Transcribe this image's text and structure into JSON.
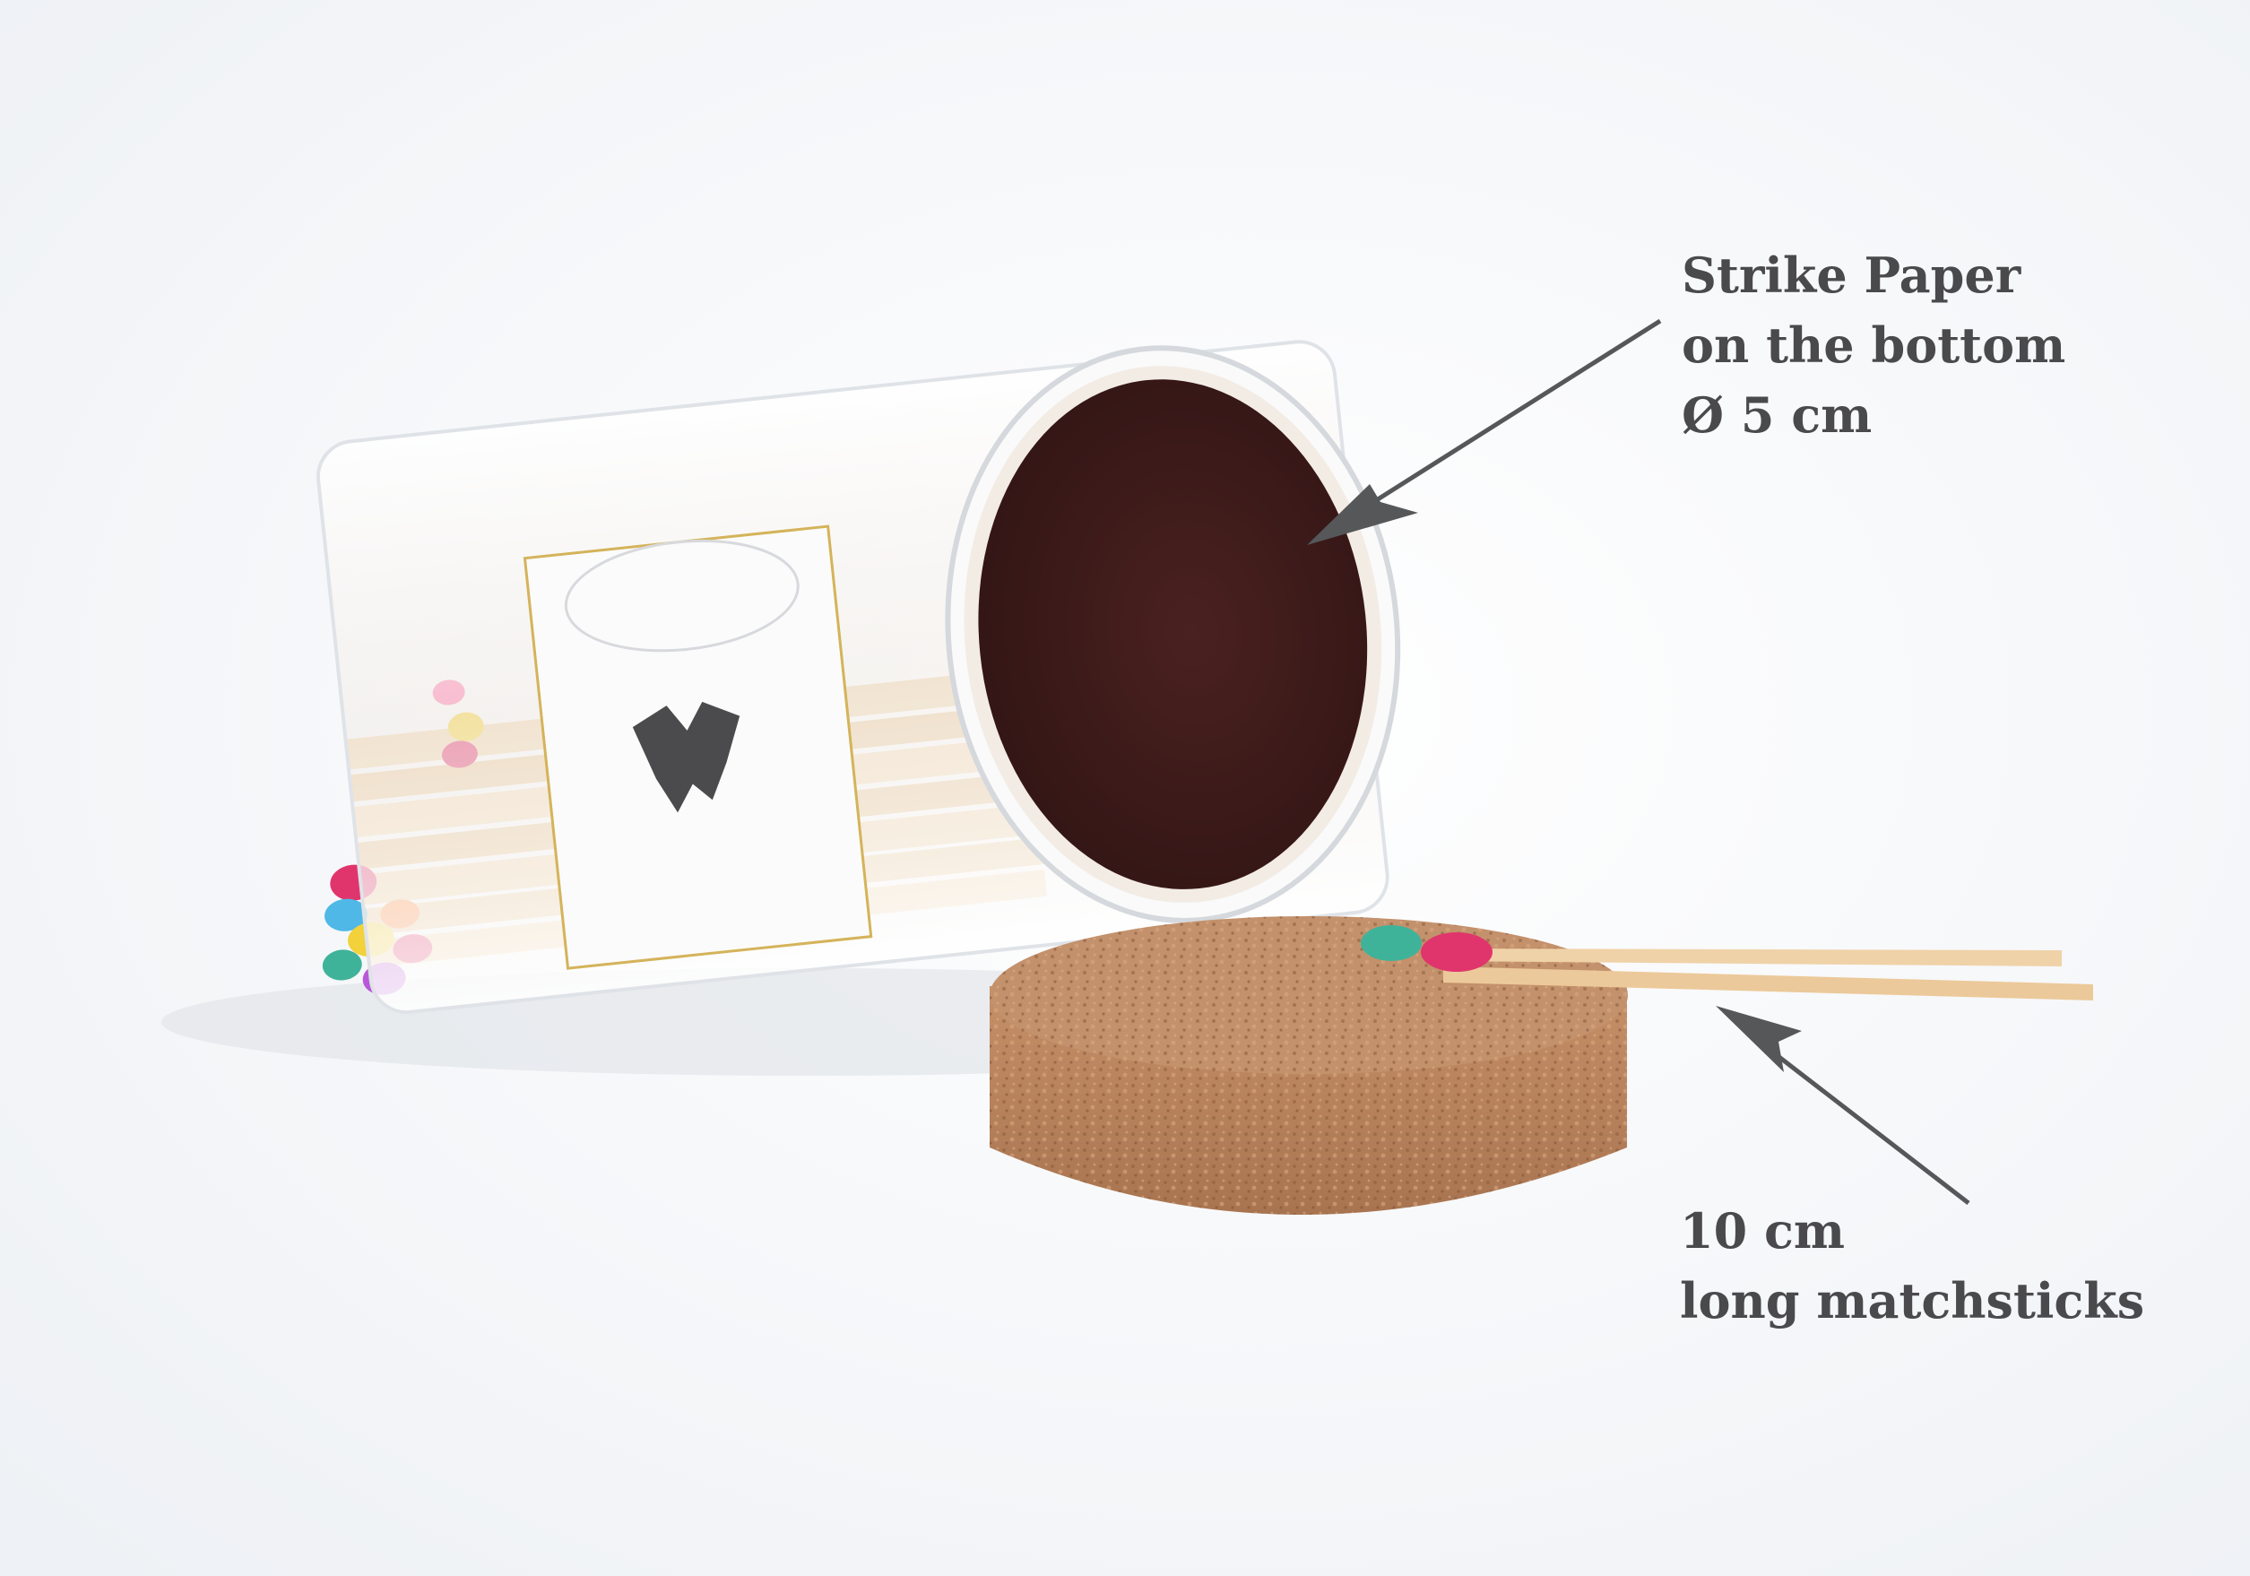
{
  "colors": {
    "background": "#f4f6f8",
    "text": "#4a4a4c",
    "arrow": "#555759",
    "strike_paper": "#3b1a19",
    "cork": "#b9855e",
    "cork_dark": "#9a6a47",
    "match_wood": "#f0d2a8",
    "match_head_pink": "#e0356c",
    "match_head_teal": "#3fb39a"
  },
  "labels": {
    "strike_paper": {
      "line1": "Strike Paper",
      "line2": "on the bottom",
      "line3": "Ø 5 cm"
    },
    "matchsticks": {
      "line1": "10 cm",
      "line2": "long matchsticks"
    }
  },
  "icons": {
    "strike_arrow": "arrow-icon",
    "matchstick_arrow": "arrow-icon"
  }
}
